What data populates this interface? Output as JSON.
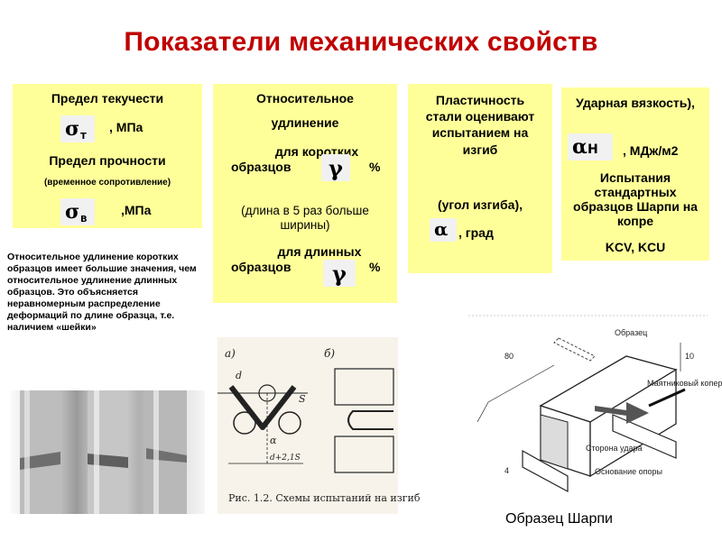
{
  "title": "Показатели механических свойств",
  "box1": {
    "heading1": "Предел текучести",
    "unit1": ", МПа",
    "heading2": "Предел прочности",
    "subnote": "(временное сопротивление)",
    "unit2": ",МПа",
    "symbol1_sub": "Т",
    "symbol2_sub": "В"
  },
  "box2": {
    "line1": "Относительное",
    "line2": "удлинение",
    "short_label_1": "для коротких",
    "short_label_2": "образцов",
    "percent_short": "%",
    "note": "(длина в 5 раз больше ширины)",
    "long_label_1": "для длинных",
    "long_label_2": "образцов",
    "percent_long": "%"
  },
  "box3": {
    "text": "Пластичность стали оценивают испытанием на изгиб",
    "angle": "(угол изгиба),",
    "unit": ", град"
  },
  "box4": {
    "line1": "Ударная вязкость),",
    "unit": ", МДж/м2",
    "symbol_sub": "Н",
    "text": "Испытания стандартных образцов Шарпи на копре",
    "codes": "KCV, KCU"
  },
  "note": "Относительное удлинение коротких образцов имеет большие значения, чем относительное удлинение длинных образцов. Это объясняется неравномерным распределение деформаций по длине образца, т.е. наличием «шейки»",
  "bend_figure": {
    "label_a": "а)",
    "label_b": "б)",
    "label_d": "d",
    "label_s": "S",
    "label_alpha": "α",
    "label_dim": "d+2,1S",
    "caption": "Рис. 1.2. Схемы испытаний на изгиб"
  },
  "charpy_figure": {
    "label_specimen": "Образец",
    "label_dim80": "80",
    "label_dim10": "10",
    "label_dim4": "4",
    "label_pendulum": "Маятниковый копер",
    "label_strike": "Сторона удара",
    "label_support": "Основание опоры",
    "caption": "Образец Шарпи"
  }
}
